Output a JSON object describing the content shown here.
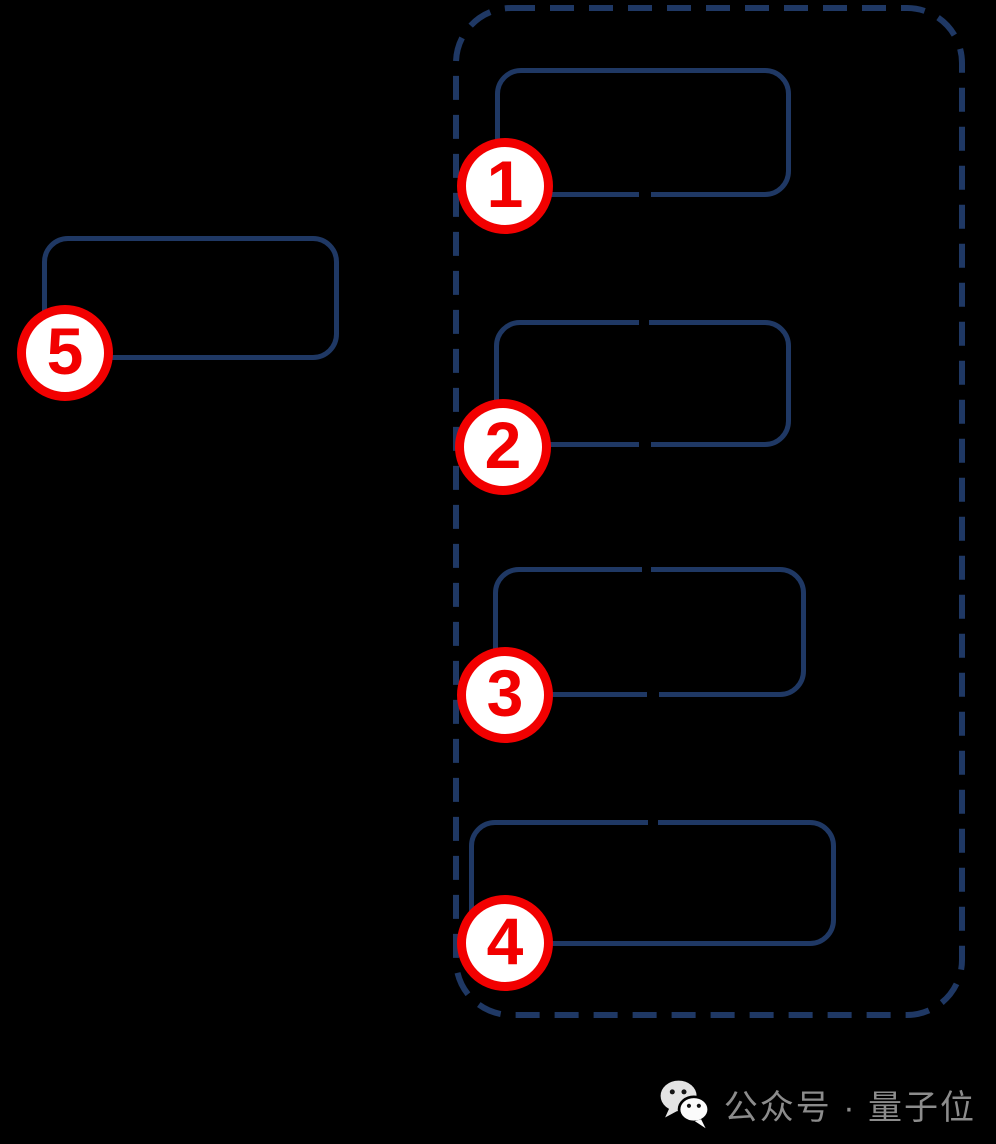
{
  "diagram": {
    "type": "grouped-flow-schematic",
    "group_box_style": "dashed-rounded-rectangle",
    "badges": [
      {
        "label": "1"
      },
      {
        "label": "2"
      },
      {
        "label": "3"
      },
      {
        "label": "4"
      },
      {
        "label": "5"
      }
    ],
    "boxes": [
      {
        "id": "box-1",
        "badge": "1",
        "inside_group": true,
        "text": ""
      },
      {
        "id": "box-2",
        "badge": "2",
        "inside_group": true,
        "text": ""
      },
      {
        "id": "box-3",
        "badge": "3",
        "inside_group": true,
        "text": ""
      },
      {
        "id": "box-4",
        "badge": "4",
        "inside_group": true,
        "text": ""
      },
      {
        "id": "box-5",
        "badge": "5",
        "inside_group": false,
        "text": ""
      }
    ],
    "colors": {
      "background": "#000000",
      "outline_navy": "#1f3864",
      "badge_red": "#f20000",
      "badge_fill": "#ffffff"
    }
  },
  "watermark": {
    "icon": "wechat-icon",
    "text": "公众号 · 量子位",
    "color": "#8c8c8c"
  }
}
